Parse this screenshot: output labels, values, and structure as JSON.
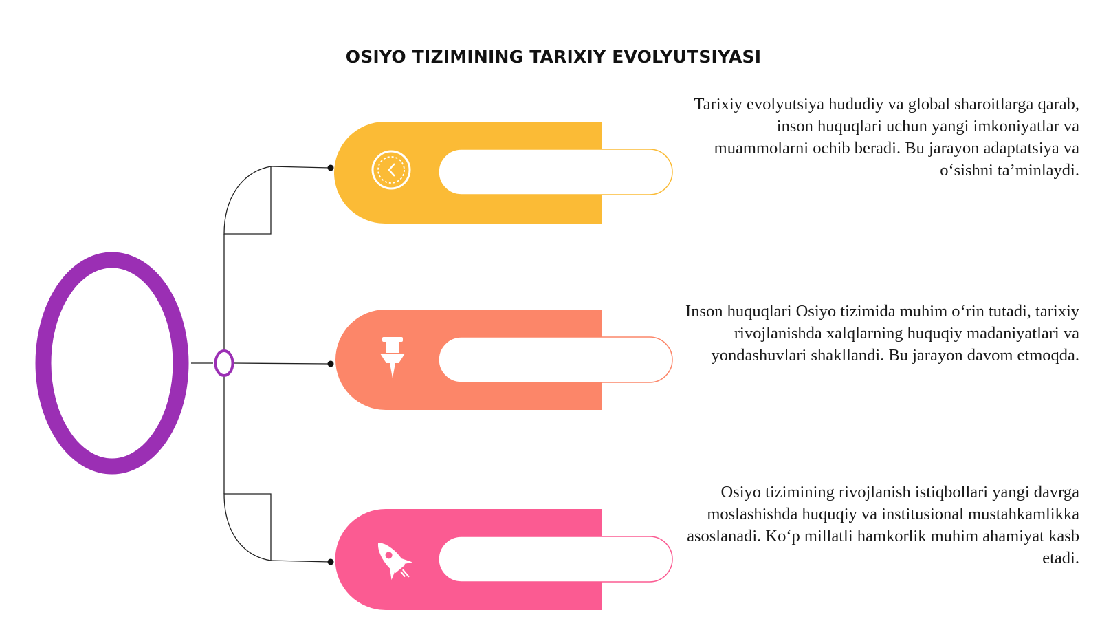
{
  "title": "OSIYO TIZIMINING TARIXIY EVOLYUTSIYASI",
  "colors": {
    "hub": "#9b2fb4",
    "connector": "#222222",
    "tab_1": "#fbbb36",
    "tab_2": "#fc8669",
    "tab_3": "#fb5b92"
  },
  "branches": [
    {
      "icon": "clock-icon",
      "color": "#fbbb36",
      "description": "Tarixiy evolyutsiya hududiy va global sharoitlarga qarab, inson huquqlari uchun yangi imkoniyatlar va muammolarni ochib beradi. Bu jarayon adaptatsiya va o‘sishni ta’minlaydi."
    },
    {
      "icon": "pushpin-icon",
      "color": "#fc8669",
      "description": "Inson huquqlari Osiyo tizimida muhim o‘rin tutadi, tarixiy rivojlanishda xalqlarning huquqiy madaniyatlari va yondashuvlari shakllandi. Bu jarayon davom etmoqda."
    },
    {
      "icon": "rocket-icon",
      "color": "#fb5b92",
      "description": "Osiyo tizimining rivojlanish istiqbollari yangi davrga moslashishda huquqiy va institusional mustahkamlikka asoslanadi. Ko‘p millatli hamkorlik muhim ahamiyat kasb etadi."
    }
  ]
}
